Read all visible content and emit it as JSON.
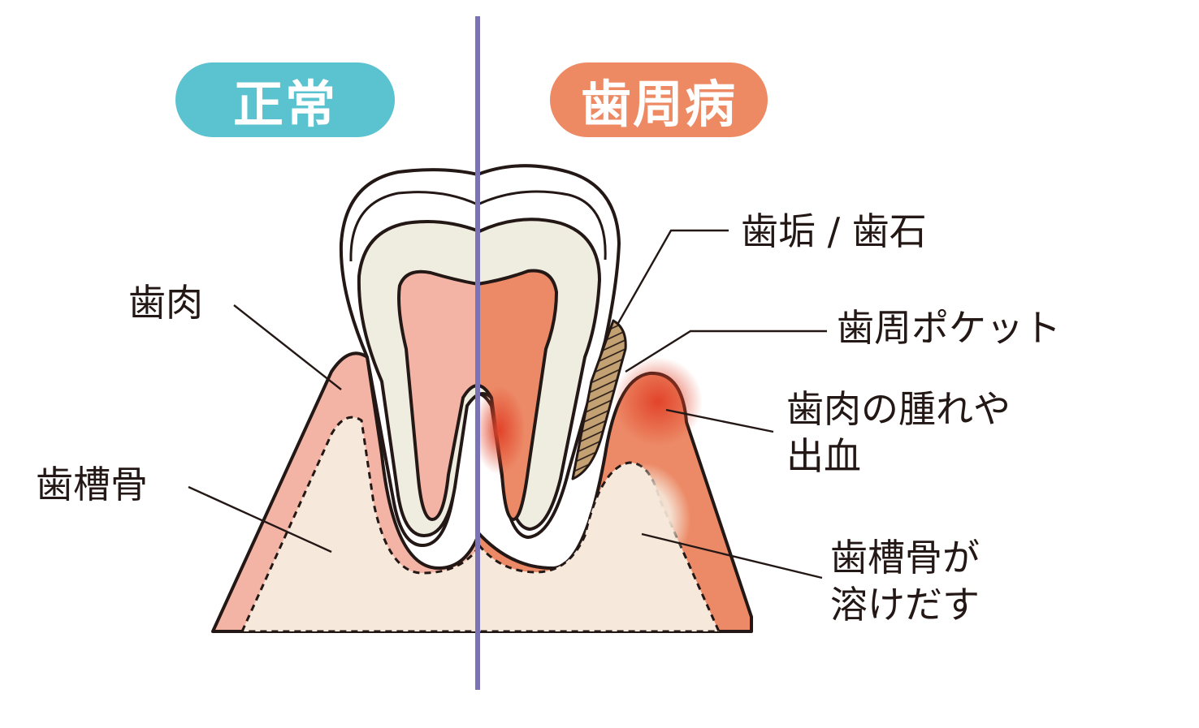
{
  "title_normal": "正常",
  "title_disease": "歯周病",
  "labels": {
    "gum": "歯肉",
    "bone": "歯槽骨",
    "plaque": "歯垢 / 歯石",
    "pocket": "歯周ポケット",
    "swelling_line1": "歯肉の腫れや",
    "swelling_line2": "出血",
    "bone_melt_line1": "歯槽骨が",
    "bone_melt_line2": "溶けだす"
  },
  "colors": {
    "normal_accent": "#5bc2cf",
    "disease_accent": "#ee8a63",
    "divider": "#7a73b5",
    "outline": "#231815",
    "gum_normal": "#f3b4a5",
    "gum_disease": "#ec8a67",
    "inflammation": "#e2442a",
    "bone": "#f6e8da",
    "enamel": "#ffffff",
    "dentin": "#efece0",
    "pulp_normal": "#f4b4a5",
    "pulp_disease": "#ec8a67",
    "calculus": "#c4a173"
  }
}
